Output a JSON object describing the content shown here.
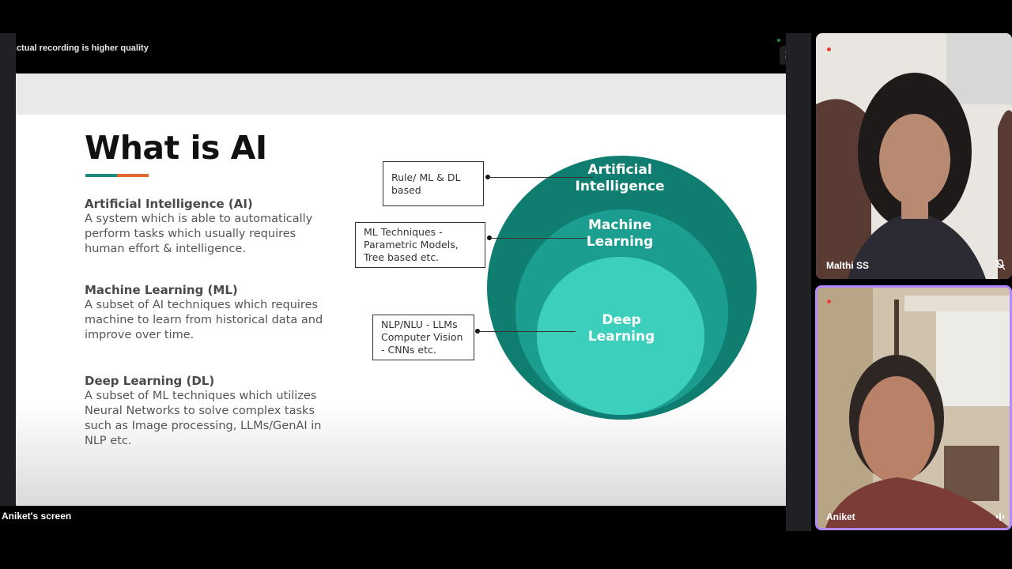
{
  "meeting": {
    "recording_notice": "Actual recording is higher quality",
    "screen_owner": "Aniket's screen",
    "collapse_icon": "⛶"
  },
  "slide": {
    "title": "What is AI",
    "sections": [
      {
        "heading": "Artificial Intelligence (AI)",
        "body": "A system which is able to automatically perform tasks which usually requires human effort & intelligence."
      },
      {
        "heading": "Machine Learning (ML)",
        "body": "A subset of AI techniques which requires machine to learn from historical data and improve over time."
      },
      {
        "heading": "Deep Learning (DL)",
        "body": "A subset of ML techniques which utilizes Neural Networks to solve complex tasks such as Image processing, LLMs/GenAI in NLP etc."
      }
    ],
    "callouts": [
      "Rule/ ML & DL based",
      "ML Techniques - Parametric Models, Tree based etc.",
      "NLP/NLU - LLMs Computer Vision - CNNs etc."
    ],
    "circles": [
      {
        "label": "Artificial Intelligence",
        "color": "#0f7d70"
      },
      {
        "label": "Machine Learning",
        "color": "#1b9e8f"
      },
      {
        "label": "Deep Learning",
        "color": "#3bcfbc"
      }
    ]
  },
  "participants": [
    {
      "name": "Malthi SS",
      "status_icon": "mic-off-icon"
    },
    {
      "name": "Aniket",
      "status_icon": "audio-level-icon"
    }
  ]
}
